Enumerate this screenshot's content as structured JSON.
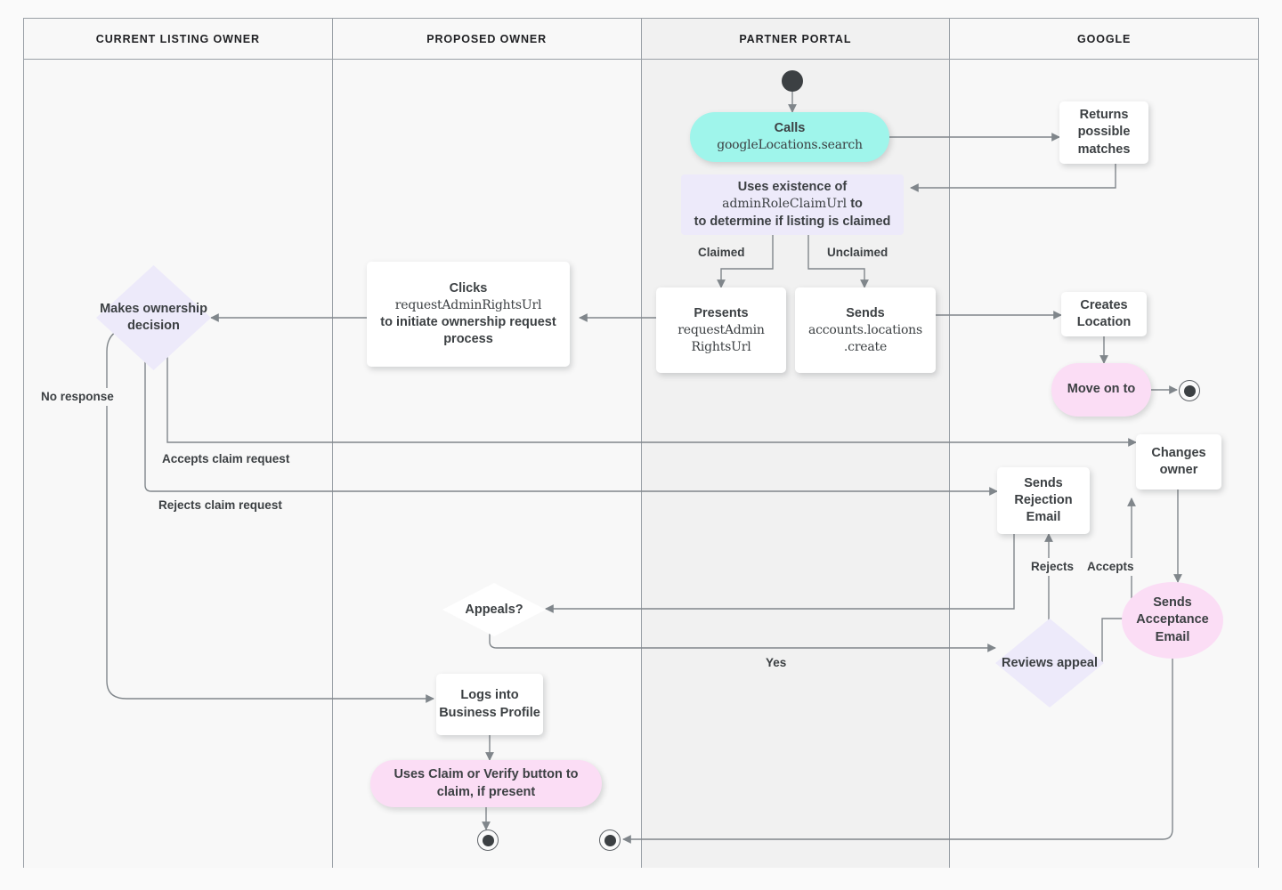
{
  "diagram": {
    "title": "Google Business Profile listing ownership transfer flow",
    "type": "swimlane-flowchart",
    "colors": {
      "canvas_bg": "#FAFAFA",
      "lane_bg": "#F8F8F8",
      "lane_bg_alt": "#F1F1F1",
      "lane_border": "#9AA0A6",
      "edge": "#80868B",
      "text": "#3C4043",
      "node_white": "#FFFFFF",
      "node_cyan": "#9FF5EB",
      "node_lavender": "#EDEAFA",
      "node_pink": "#FBDDF5",
      "terminator": "#3C4043"
    }
  },
  "lanes": [
    {
      "label": "CURRENT LISTING OWNER"
    },
    {
      "label": "PROPOSED OWNER"
    },
    {
      "label": "PARTNER PORTAL"
    },
    {
      "label": "GOOGLE"
    }
  ],
  "nodes": {
    "start_partner": {
      "shape": "start",
      "label": ""
    },
    "calls_search": {
      "shape": "pill",
      "line1": "Calls",
      "line2": "googleLocations.search",
      "lane": "PARTNER PORTAL",
      "color": "#9FF5EB"
    },
    "returns_matches": {
      "shape": "rect",
      "label": "Returns possible matches",
      "lane": "GOOGLE",
      "color": "#FFFFFF"
    },
    "uses_existence": {
      "shape": "rect",
      "line1": "Uses existence of",
      "line2": "adminRoleClaimUrl",
      "line3": " to determine if listing is claimed",
      "lane": "PARTNER PORTAL",
      "color": "#EDEAFA"
    },
    "presents_url": {
      "shape": "rect",
      "line1": "Presents",
      "line2": "requestAdmin",
      "line3": "RightsUrl",
      "lane": "PARTNER PORTAL",
      "color": "#FFFFFF"
    },
    "sends_create": {
      "shape": "rect",
      "line1": "Sends",
      "line2": "accounts.locations",
      "line3": ".create",
      "lane": "PARTNER PORTAL",
      "color": "#FFFFFF"
    },
    "creates_location": {
      "shape": "rect",
      "label": "Creates Location",
      "lane": "GOOGLE",
      "color": "#FFFFFF"
    },
    "move_on_to": {
      "shape": "pill",
      "label": "Move on to",
      "lane": "GOOGLE",
      "color": "#FBDDF5"
    },
    "end_google": {
      "shape": "end",
      "label": ""
    },
    "clicks_request": {
      "shape": "rect",
      "line1": "Clicks",
      "line2": "requestAdminRightsUrl",
      "line3": "to initiate ownership request process",
      "lane": "PROPOSED OWNER",
      "color": "#FFFFFF"
    },
    "makes_decision": {
      "shape": "diamond",
      "label": "Makes ownership decision",
      "lane": "CURRENT LISTING OWNER",
      "color": "#EDEAFA"
    },
    "changes_owner": {
      "shape": "rect",
      "label": "Changes owner",
      "lane": "GOOGLE",
      "color": "#FFFFFF"
    },
    "sends_rejection": {
      "shape": "rect",
      "label": "Sends Rejection Email",
      "lane": "GOOGLE",
      "color": "#FFFFFF"
    },
    "sends_acceptance": {
      "shape": "ellipse",
      "label": "Sends Acceptance Email",
      "lane": "GOOGLE",
      "color": "#FBDDF5"
    },
    "appeals": {
      "shape": "diamond",
      "label": "Appeals?",
      "lane": "PROPOSED OWNER",
      "color": "#FFFFFF"
    },
    "reviews_appeal": {
      "shape": "diamond",
      "label": "Reviews appeal",
      "lane": "GOOGLE",
      "color": "#EDEAFA"
    },
    "logs_into": {
      "shape": "rect",
      "label": "Logs into Business Profile",
      "lane": "PROPOSED OWNER",
      "color": "#FFFFFF"
    },
    "uses_claim_button": {
      "shape": "pill",
      "label": "Uses Claim or Verify button to claim, if present",
      "lane": "PROPOSED OWNER",
      "color": "#FBDDF5"
    },
    "end_proposed": {
      "shape": "end",
      "label": ""
    },
    "end_partner": {
      "shape": "end",
      "label": ""
    }
  },
  "node_text": {
    "calls_line1": "Calls",
    "calls_line2": "googleLocations.search",
    "returns_matches": "Returns possible matches",
    "uses_existence_1": "Uses existence of",
    "uses_existence_2": "adminRoleClaimUrl",
    "uses_existence_3": "to determine if listing is claimed",
    "presents_1": "Presents",
    "presents_2": "requestAdmin",
    "presents_3": "RightsUrl",
    "sends_create_1": "Sends",
    "sends_create_2": "accounts.locations",
    "sends_create_3": ".create",
    "creates_location": "Creates Location",
    "move_on_to": "Move on to",
    "clicks_1": "Clicks",
    "clicks_2": "requestAdminRightsUrl",
    "clicks_3": "to initiate ownership request process",
    "makes_decision": "Makes ownership decision",
    "changes_owner": "Changes owner",
    "sends_rejection": "Sends Rejection Email",
    "sends_acceptance": "Sends Acceptance Email",
    "appeals": "Appeals?",
    "reviews_appeal": "Reviews appeal",
    "logs_into": "Logs into Business Profile",
    "uses_claim_button": "Uses Claim or Verify button to claim, if present"
  },
  "edge_labels": {
    "claimed": "Claimed",
    "unclaimed": "Unclaimed",
    "no_response": "No response",
    "accepts_claim": "Accepts claim request",
    "rejects_claim": "Rejects claim request",
    "rejects": "Rejects",
    "accepts": "Accepts",
    "yes": "Yes"
  }
}
